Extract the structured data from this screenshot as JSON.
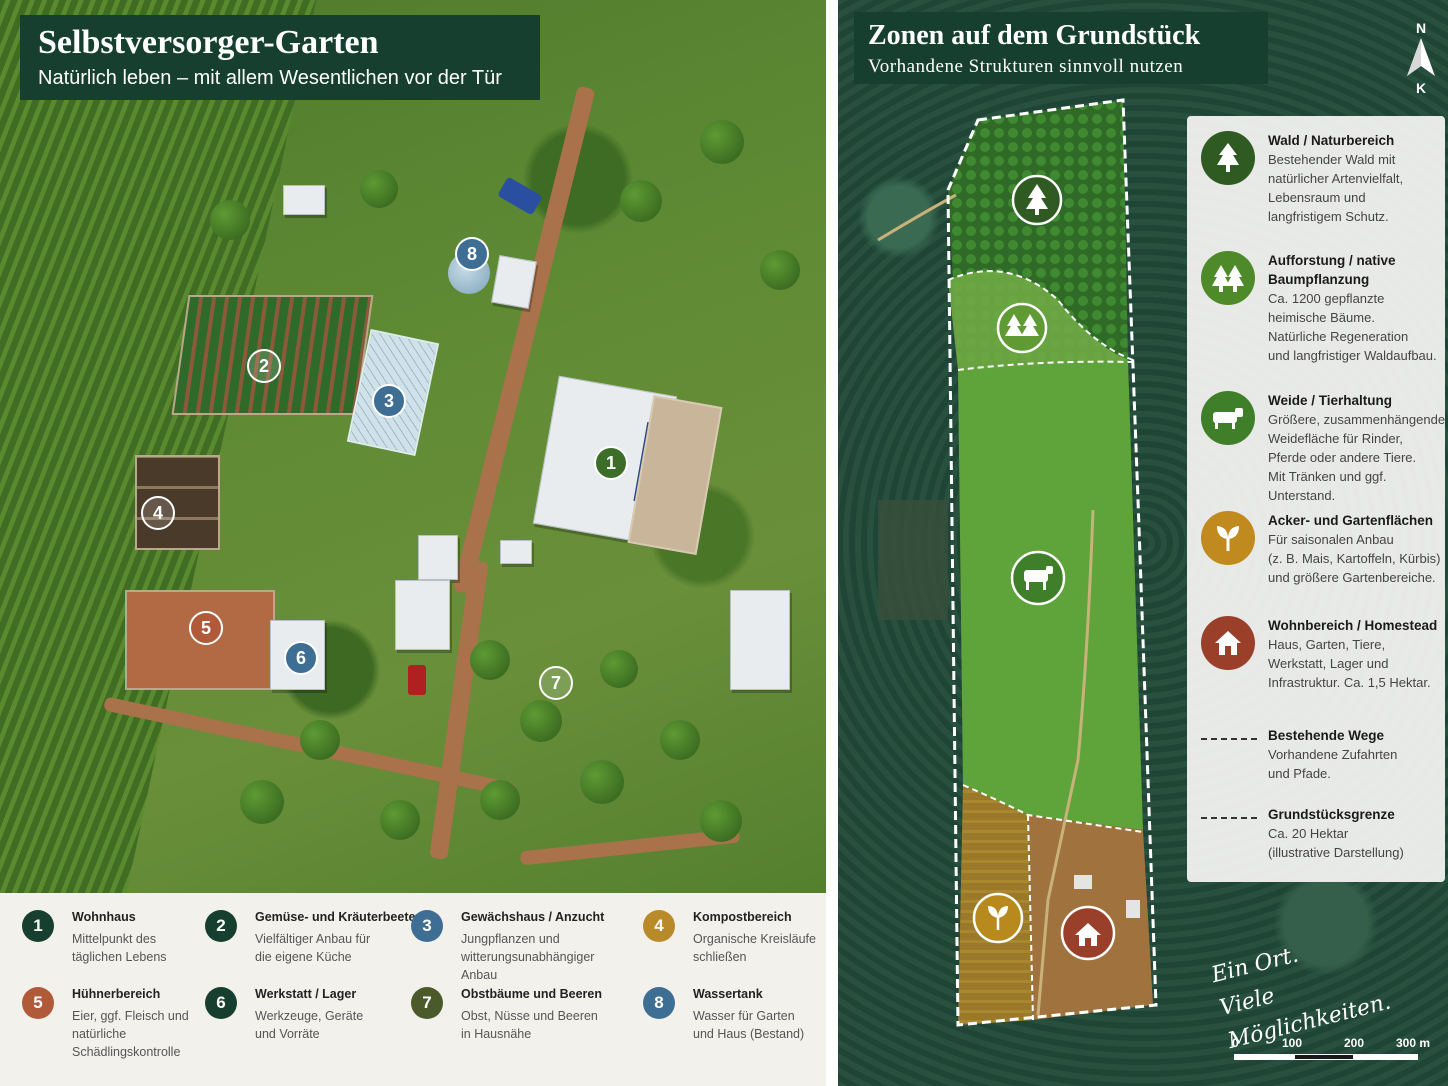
{
  "left": {
    "title": "Selbstversorger-Garten",
    "subtitle": "Natürlich leben – mit allem Wesentlichen vor der Tür",
    "markers": [
      {
        "num": "1",
        "color": "#3c6e2a"
      },
      {
        "num": "2",
        "color": "transparent"
      },
      {
        "num": "3",
        "color": "#3f6e94"
      },
      {
        "num": "4",
        "color": "transparent"
      },
      {
        "num": "5",
        "color": "#b15a3a"
      },
      {
        "num": "6",
        "color": "#3f6e94"
      },
      {
        "num": "7",
        "color": "transparent"
      },
      {
        "num": "8",
        "color": "#3f6e94"
      }
    ],
    "legend": [
      {
        "num": "1",
        "color": "#173f30",
        "title": "Wohnhaus",
        "desc": "Mittelpunkt des\ntäglichen Lebens"
      },
      {
        "num": "2",
        "color": "#173f30",
        "title": "Gemüse- und Kräuterbeete",
        "desc": "Vielfältiger Anbau für\ndie eigene Küche"
      },
      {
        "num": "3",
        "color": "#3f6e94",
        "title": "Gewächshaus / Anzucht",
        "desc": "Jungpflanzen und\nwitterungsunabhängiger Anbau"
      },
      {
        "num": "4",
        "color": "#b98a2a",
        "title": "Kompostbereich",
        "desc": "Organische Kreisläufe\nschließen"
      },
      {
        "num": "5",
        "color": "#b15a3a",
        "title": "Hühnerbereich",
        "desc": "Eier, ggf. Fleisch und\nnatürliche\nSchädlingskontrolle"
      },
      {
        "num": "6",
        "color": "#173f30",
        "title": "Werkstatt / Lager",
        "desc": "Werkzeuge, Geräte\nund Vorräte"
      },
      {
        "num": "7",
        "color": "#4a5a2a",
        "title": "Obstbäume und Beeren",
        "desc": "Obst, Nüsse und Beeren\nin Hausnähe"
      },
      {
        "num": "8",
        "color": "#3f6e94",
        "title": "Wassertank",
        "desc": "Wasser für Garten\nund Haus (Bestand)"
      }
    ]
  },
  "right": {
    "title": "Zonen auf dem Grundstück",
    "subtitle": "Vorhandene Strukturen sinnvoll nutzen",
    "compass": {
      "north": "N",
      "south": "K"
    },
    "zones": [
      {
        "icon": "tree-icon",
        "color": "#2f5a22",
        "title": "Wald / Naturbereich",
        "desc": "Bestehender Wald mit\nnatürlicher Artenvielfalt,\nLebensraum und\nlangfristigem Schutz."
      },
      {
        "icon": "trees-icon",
        "color": "#4f8a2a",
        "title": "Aufforstung / native Baumpflanzung",
        "desc": "Ca. 1200 gepflanzte\nheimische Bäume.\nNatürliche Regeneration\nund langfristiger Waldaufbau."
      },
      {
        "icon": "cow-icon",
        "color": "#3f7f2a",
        "title": "Weide / Tierhaltung",
        "desc": "Größere, zusammenhängende\nWeidefläche für Rinder,\nPferde oder andere Tiere.\nMit Tränken und ggf. Unterstand."
      },
      {
        "icon": "sprout-icon",
        "color": "#c08a1e",
        "title": "Acker- und Gartenflächen",
        "desc": "Für saisonalen Anbau\n(z. B. Mais, Kartoffeln, Kürbis)\nund größere Gartenbereiche."
      },
      {
        "icon": "house-icon",
        "color": "#9a3f2a",
        "title": "Wohnbereich / Homestead",
        "desc": "Haus, Garten, Tiere,\nWerkstatt, Lager und\nInfrastruktur. Ca. 1,5 Hektar."
      },
      {
        "icon": "dashed-line",
        "color": "#333333",
        "title": "Bestehende Wege",
        "desc": "Vorhandene Zufahrten\nund Pfade."
      },
      {
        "icon": "dashed-line",
        "color": "#333333",
        "title": "Grundstücksgrenze",
        "desc": "Ca. 20 Hektar\n(illustrative Darstellung)"
      }
    ],
    "slogan": "Ein Ort.\nViele Möglichkeiten.",
    "scale": {
      "labels": [
        "0",
        "100",
        "200",
        "300 m"
      ]
    }
  }
}
